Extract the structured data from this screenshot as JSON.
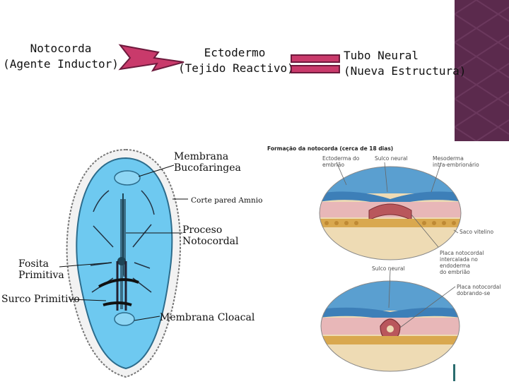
{
  "header": {
    "inductor": "Notocorda\n(Agente Inductor)",
    "reactive": "Ectodermo\n(Tejido Reactivo)",
    "result": "Tubo Neural\n(Nueva Estructura)"
  },
  "colors": {
    "arrow_fill": "#c93a6b",
    "arrow_stroke": "#6e1a3d",
    "equals_fill": "#c93a6b",
    "sidebar": "#5b2a4d",
    "embryo_fill": "#6ec9f0"
  },
  "embryo_labels": {
    "membrana_bucofaringea": "Membrana\nBucofaringea",
    "corte_pared": "Corte pared Amnios",
    "proceso_notocordal": "Proceso\nNotocordal",
    "fosita_primitiva": "Fosita\nPrimitiva",
    "surco_primitivo": "Surco Primitivo",
    "membrana_cloacal": "Membrana Cloacal"
  },
  "section_figure": {
    "title": "Formação da notocorda (cerca de 18 dias)",
    "ectoderma": "Ectoderma do\nembrião",
    "sulco_neural_top": "Sulco neural",
    "mesoderma": "Mesoderma\nintra-embrionário",
    "saco_vitelino": "Saco vitelino",
    "placa_intercalada": "Placa notocordal\nintercalada no\nendoderma\ndo embrião",
    "sulco_neural_bottom": "Sulco neural",
    "placa_dobrando": "Placa notocordal\ndobrando-se"
  }
}
